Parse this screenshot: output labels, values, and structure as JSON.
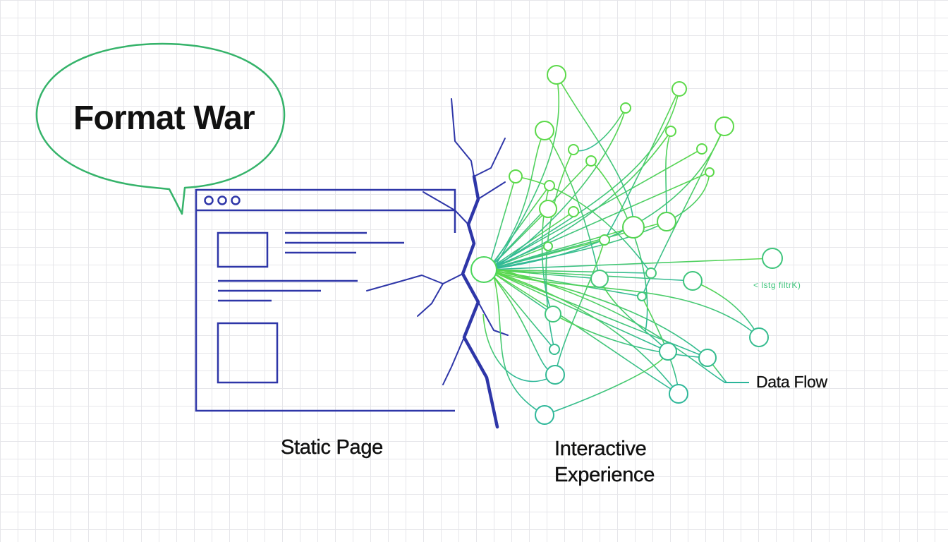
{
  "diagram": {
    "bubble_title": "Format War",
    "static_label": "Static Page",
    "interactive_label_line1": "Interactive",
    "interactive_label_line2": "Experience",
    "legend_label": "Data Flow",
    "faint_node_label": "< lstg filtrK)"
  },
  "colors": {
    "static_page": "#2e36a8",
    "bubble_outline": "#35b36a",
    "network_green": "#4ad65a",
    "network_teal": "#2ab59a",
    "grid": "#e6e6ea"
  },
  "icons": [
    "speech-bubble",
    "browser-window-icon",
    "crack",
    "node-network"
  ]
}
